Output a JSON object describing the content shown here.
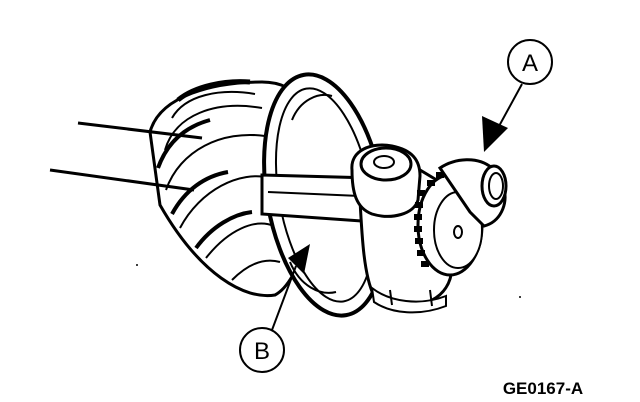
{
  "callouts": {
    "a": {
      "label": "A"
    },
    "b": {
      "label": "B"
    }
  },
  "figure_id": "GE0167-A",
  "colors": {
    "ink": "#000000",
    "paper": "#ffffff"
  }
}
